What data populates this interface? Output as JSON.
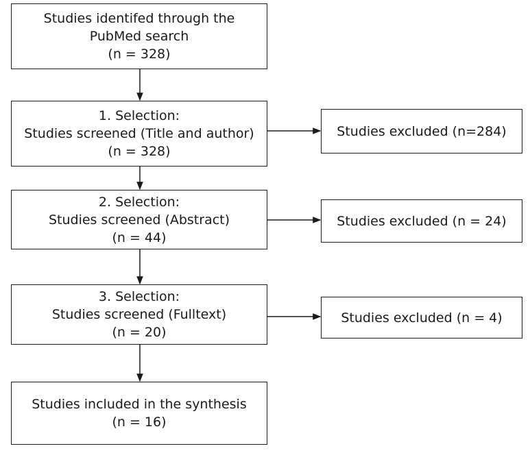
{
  "flowchart": {
    "main_steps": [
      {
        "lines": [
          "Studies identifed through the",
          "PubMed search",
          "(n = 328)"
        ]
      },
      {
        "lines": [
          "1. Selection:",
          "Studies screened (Title and author)",
          "(n = 328)"
        ]
      },
      {
        "lines": [
          "2. Selection:",
          "Studies screened (Abstract)",
          "(n = 44)"
        ]
      },
      {
        "lines": [
          "3. Selection:",
          "Studies screened (Fulltext)",
          "(n = 20)"
        ]
      },
      {
        "lines": [
          "Studies included in the synthesis",
          "(n = 16)"
        ]
      }
    ],
    "exclusions": [
      {
        "label": "Studies excluded (n=284)"
      },
      {
        "label": "Studies excluded (n = 24)"
      },
      {
        "label": "Studies excluded (n = 4)"
      }
    ]
  },
  "colors": {
    "stroke": "#1a1a1a",
    "background": "#ffffff"
  }
}
